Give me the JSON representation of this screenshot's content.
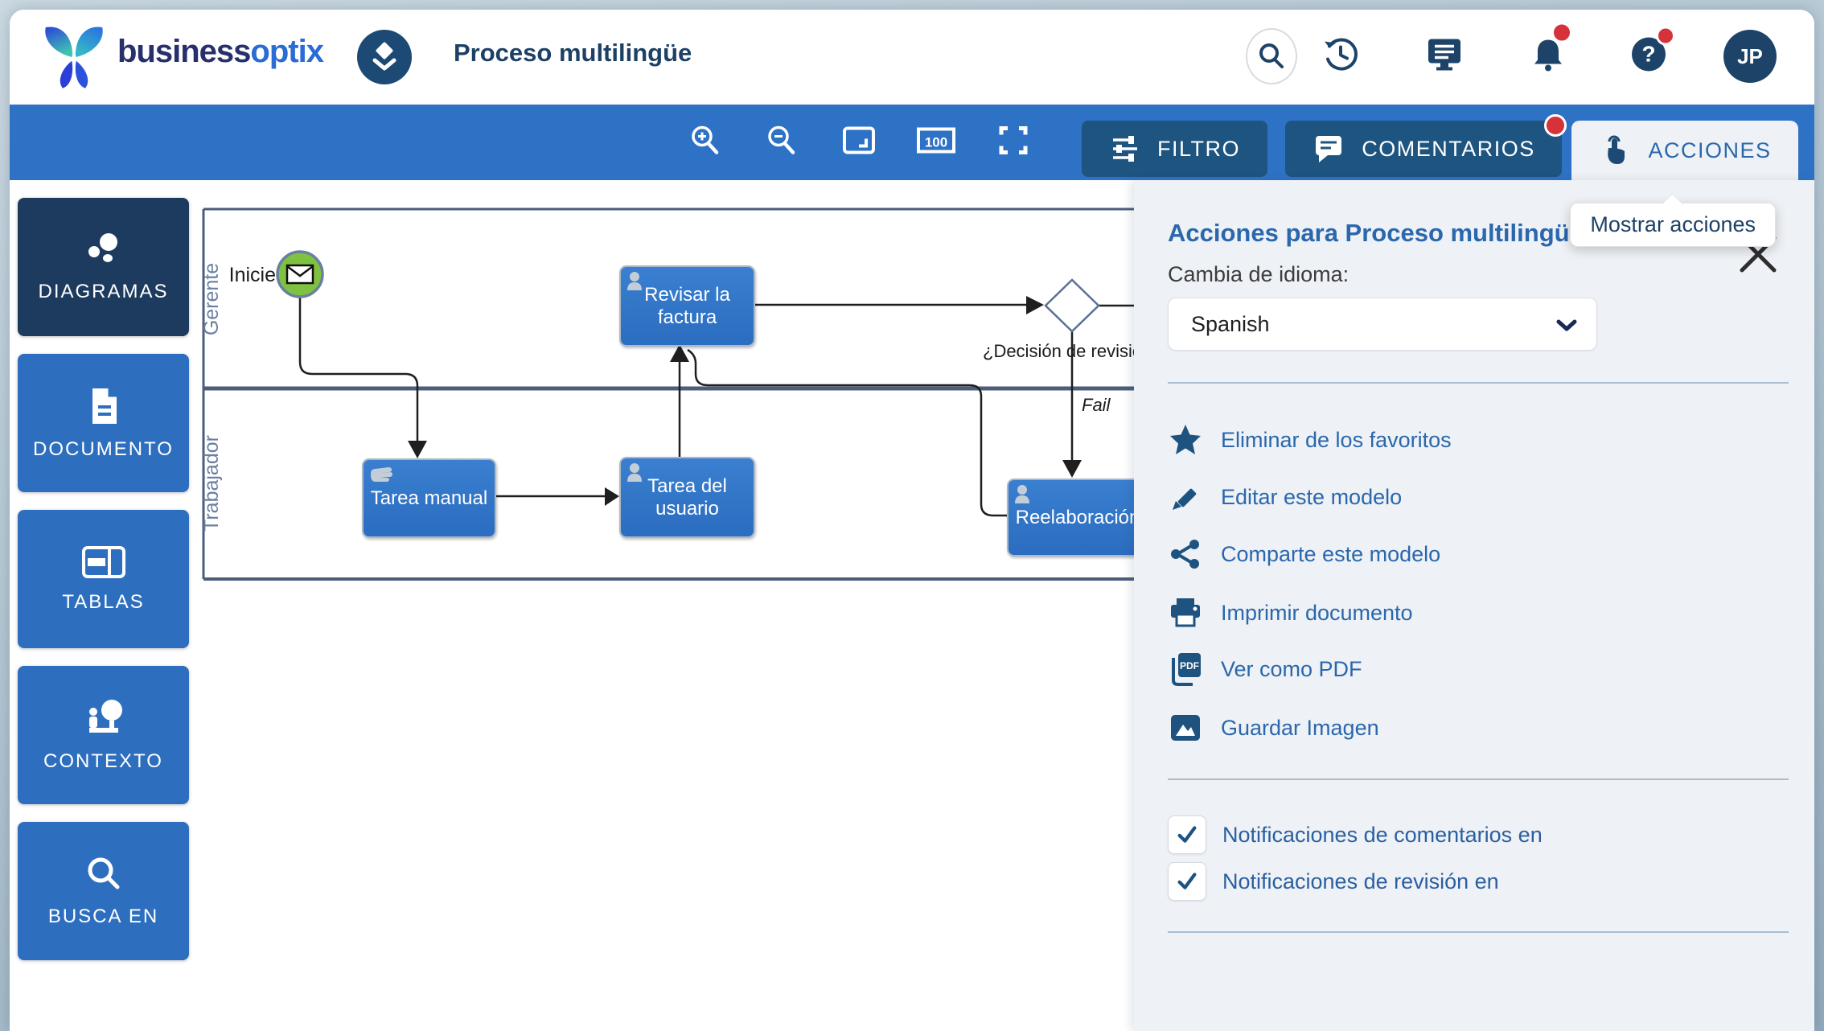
{
  "header": {
    "logo_text_1": "business",
    "logo_text_2": "optix",
    "page_title": "Proceso multilingüe",
    "avatar_initials": "JP"
  },
  "toolbar": {
    "filter_label": "FILTRO",
    "comments_label": "COMENTARIOS",
    "actions_label": "ACCIONES"
  },
  "sidebar": {
    "items": [
      {
        "label": "DIAGRAMAS",
        "icon": "diagram-dots-icon",
        "active": true
      },
      {
        "label": "DOCUMENTO",
        "icon": "document-icon",
        "active": false
      },
      {
        "label": "TABLAS",
        "icon": "table-icon",
        "active": false
      },
      {
        "label": "CONTEXTO",
        "icon": "context-person-icon",
        "active": false
      },
      {
        "label": "BUSCA EN",
        "icon": "search-icon",
        "active": false
      }
    ]
  },
  "tooltip": {
    "text": "Mostrar acciones"
  },
  "panel": {
    "title": "Acciones para Proceso multilingüe",
    "language_label": "Cambia de idioma:",
    "language_value": "Spanish",
    "actions": [
      {
        "icon": "star-icon",
        "label": "Eliminar de los favoritos"
      },
      {
        "icon": "pencil-icon",
        "label": "Editar este modelo"
      },
      {
        "icon": "share-icon",
        "label": "Comparte este modelo"
      },
      {
        "icon": "printer-icon",
        "label": "Imprimir documento"
      },
      {
        "icon": "pdf-icon",
        "label": "Ver como PDF"
      },
      {
        "icon": "image-icon",
        "label": "Guardar Imagen"
      }
    ],
    "notifications": [
      {
        "label": "Notificaciones de comentarios en",
        "checked": true
      },
      {
        "label": "Notificaciones de revisión en",
        "checked": true
      }
    ]
  },
  "diagram": {
    "lanes": [
      {
        "label": "Gerente"
      },
      {
        "label": "Trabajador"
      }
    ],
    "start_event_label": "Inicie",
    "tasks": {
      "review": "Revisar la factura",
      "manual": "Tarea manual",
      "user": "Tarea del usuario",
      "rework": "Reelaboración"
    },
    "gateway_label": "¿Decisión de revisió",
    "edge_label": "Fail"
  },
  "colors": {
    "toolbar_blue": "#2e72c5",
    "dark_button_blue": "#1e5480",
    "sidebar_active": "#1d3b5e",
    "sidebar_blue": "#2d6fbe",
    "panel_bg": "#eef1f5",
    "accent_text_blue": "#2a67ad",
    "navy_icon": "#1d4468",
    "task_fill": "#2e74c9",
    "start_event_green": "#7fc241",
    "lane_line": "#4d5e7c",
    "alert_red": "#d6323a"
  }
}
